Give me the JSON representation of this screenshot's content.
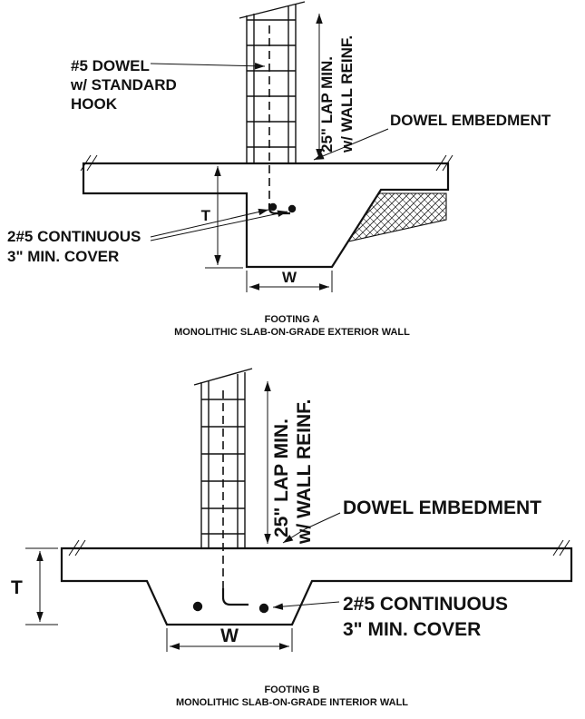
{
  "footing_a": {
    "labels": {
      "dowel_hook_l1": "#5 DOWEL",
      "dowel_hook_l2": "w/ STANDARD",
      "dowel_hook_l3": "HOOK",
      "lap_note_l1": "25\" LAP MIN.",
      "lap_note_l2": "w/ WALL REINF.",
      "dowel_embedment": "DOWEL EMBEDMENT",
      "continuous_bars_l1": "2#5 CONTINUOUS",
      "continuous_bars_l2": "3\" MIN. COVER",
      "thickness_dim": "T",
      "width_dim": "W"
    },
    "caption": {
      "title": "FOOTING A",
      "subtitle": "MONOLITHIC SLAB-ON-GRADE EXTERIOR WALL"
    }
  },
  "footing_b": {
    "labels": {
      "lap_note_l1": "25\" LAP MIN.",
      "lap_note_l2": "w/ WALL REINF.",
      "dowel_embedment": "DOWEL EMBEDMENT",
      "continuous_bars_l1": "2#5 CONTINUOUS",
      "continuous_bars_l2": "3\" MIN. COVER",
      "thickness_dim": "T",
      "width_dim": "W"
    },
    "caption": {
      "title": "FOOTING B",
      "subtitle": "MONOLITHIC SLAB-ON-GRADE INTERIOR WALL"
    }
  }
}
